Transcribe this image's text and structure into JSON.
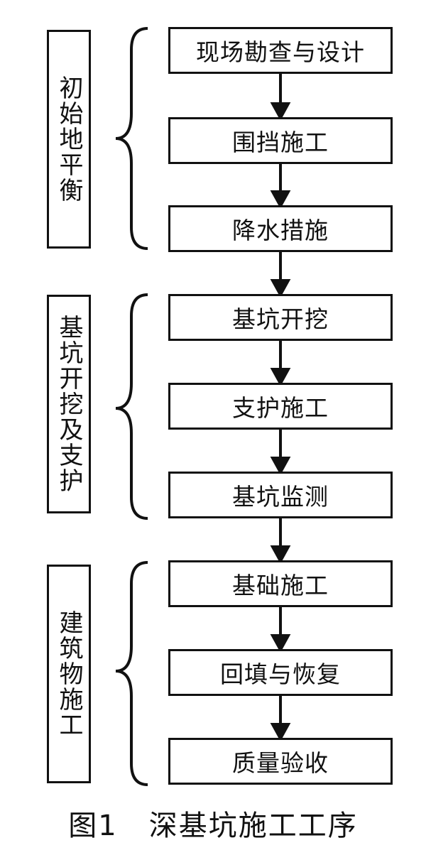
{
  "stages": [
    {
      "label": "初始地平衡",
      "steps": [
        "现场勘查与设计",
        "围挡施工",
        "降水措施"
      ]
    },
    {
      "label": "基坑开挖及支护",
      "steps": [
        "基坑开挖",
        "支护施工",
        "基坑监测"
      ]
    },
    {
      "label": "建筑物施工",
      "steps": [
        "基础施工",
        "回填与恢复",
        "质量验收"
      ]
    }
  ],
  "caption": "图1   深基坑施工工序"
}
